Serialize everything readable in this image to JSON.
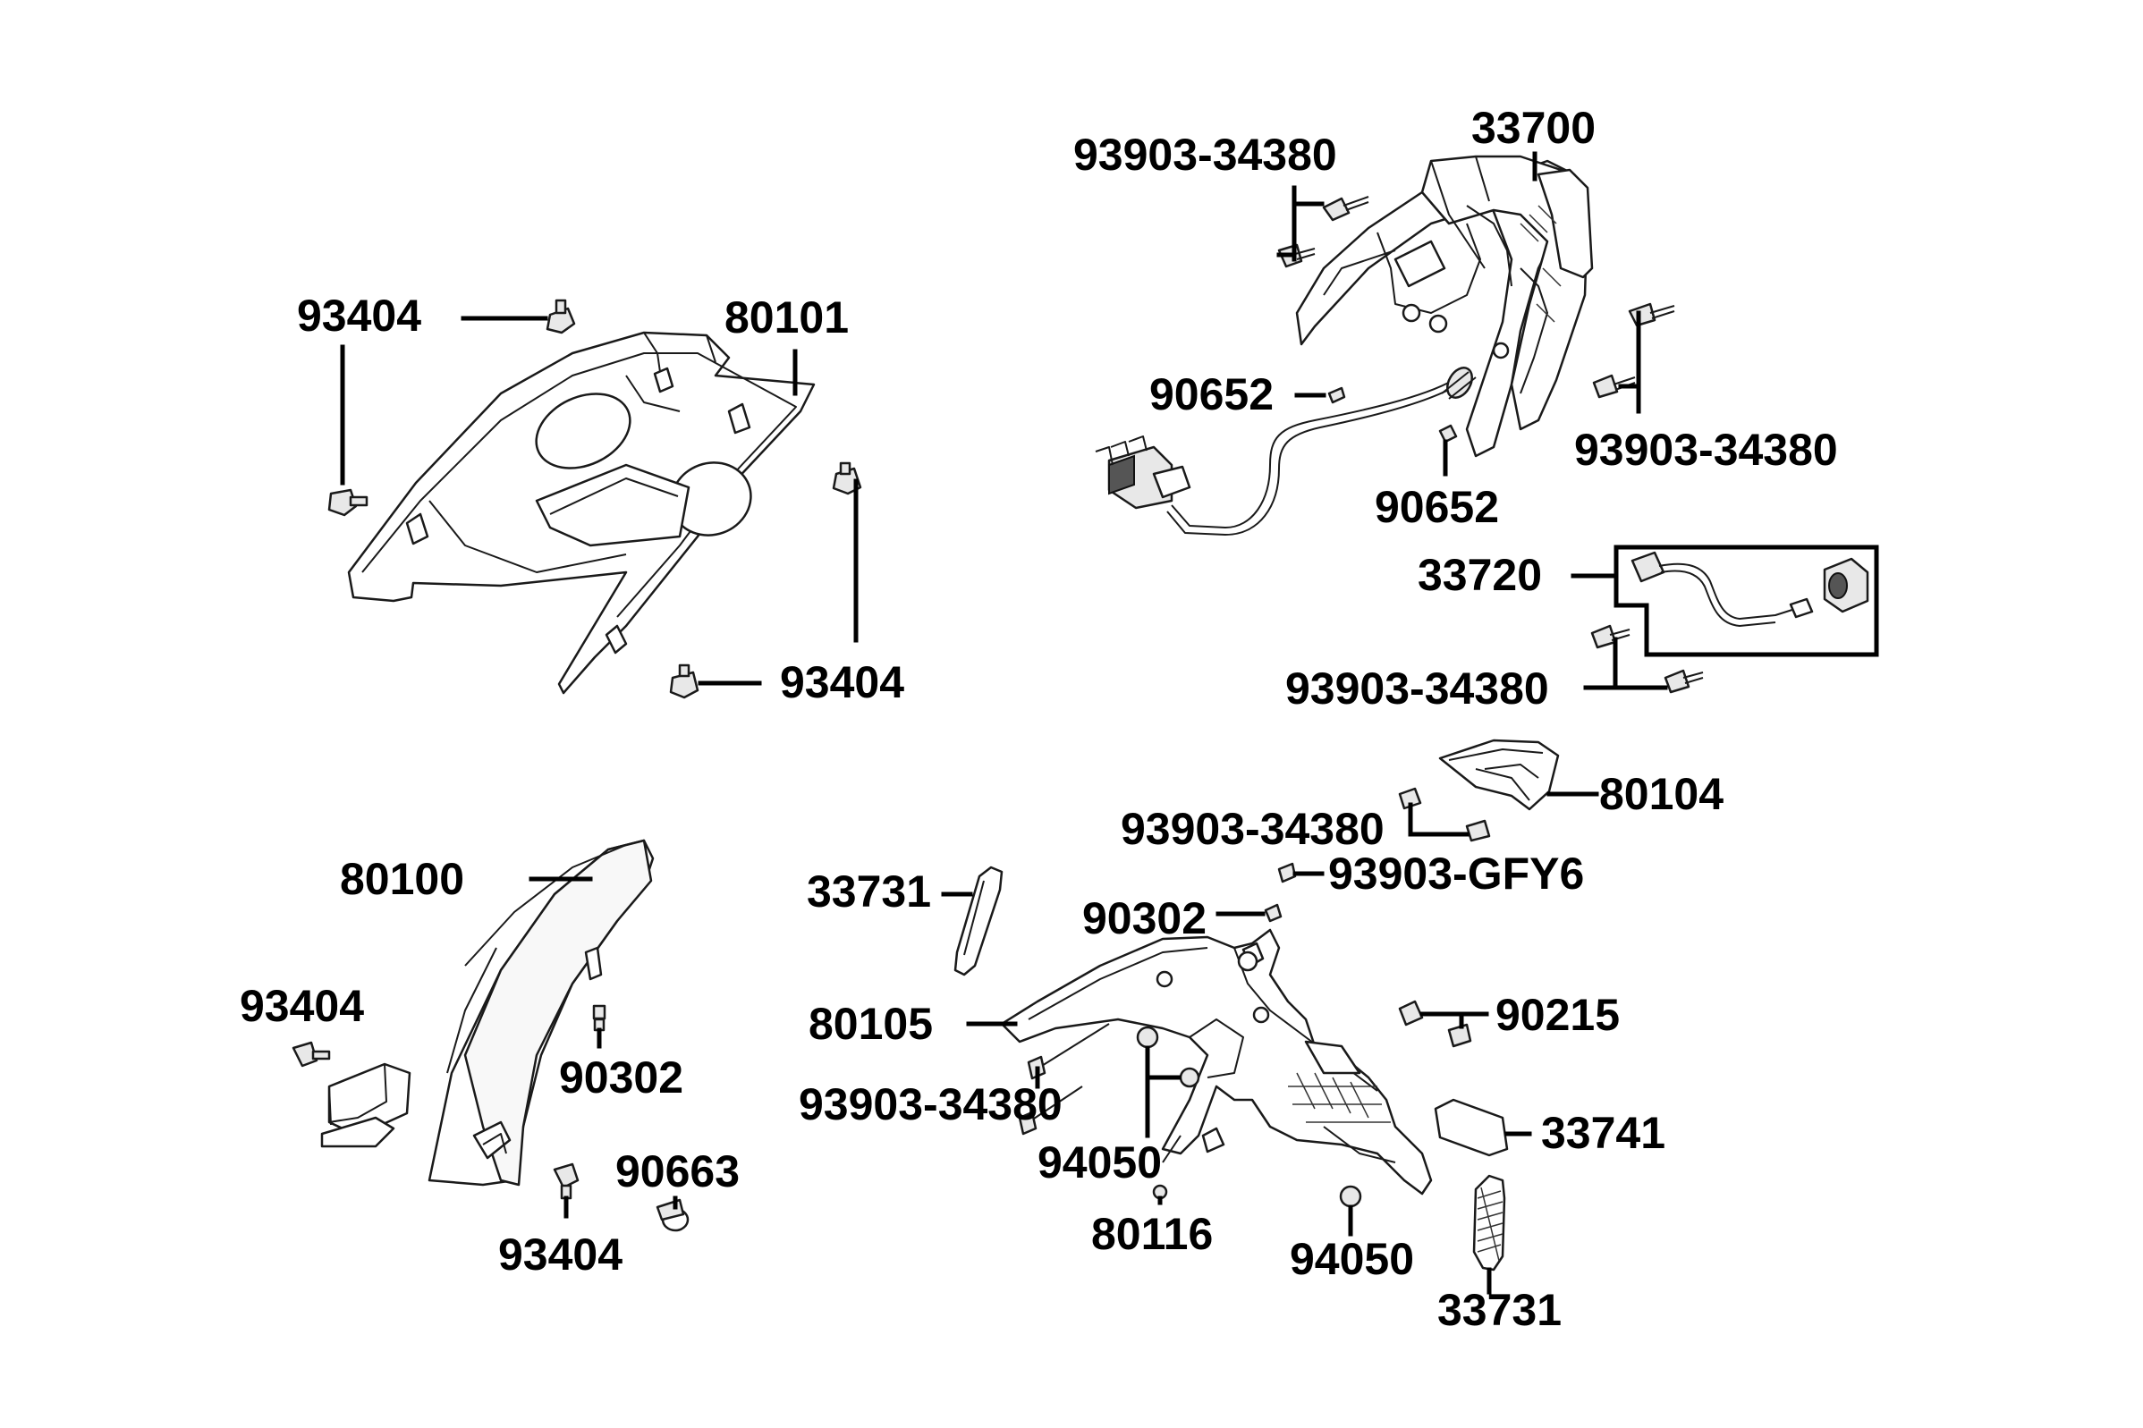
{
  "diagram": {
    "labels": [
      {
        "id": "l-93903-34380-a",
        "text": "93903-34380"
      },
      {
        "id": "l-33700",
        "text": "33700"
      },
      {
        "id": "l-93404-a",
        "text": "93404"
      },
      {
        "id": "l-80101",
        "text": "80101"
      },
      {
        "id": "l-90652-a",
        "text": "90652"
      },
      {
        "id": "l-93903-34380-b",
        "text": "93903-34380"
      },
      {
        "id": "l-90652-b",
        "text": "90652"
      },
      {
        "id": "l-33720",
        "text": "33720"
      },
      {
        "id": "l-93404-b",
        "text": "93404"
      },
      {
        "id": "l-93903-34380-c",
        "text": "93903-34380"
      },
      {
        "id": "l-80104",
        "text": "80104"
      },
      {
        "id": "l-93903-34380-d",
        "text": "93903-34380"
      },
      {
        "id": "l-80100",
        "text": "80100"
      },
      {
        "id": "l-33731-a",
        "text": "33731"
      },
      {
        "id": "l-93903-GFY6",
        "text": "93903-GFY6"
      },
      {
        "id": "l-90302-a",
        "text": "90302"
      },
      {
        "id": "l-93404-c",
        "text": "93404"
      },
      {
        "id": "l-80105",
        "text": "80105"
      },
      {
        "id": "l-90215",
        "text": "90215"
      },
      {
        "id": "l-90302-b",
        "text": "90302"
      },
      {
        "id": "l-93903-34380-e",
        "text": "93903-34380"
      },
      {
        "id": "l-33741",
        "text": "33741"
      },
      {
        "id": "l-90663",
        "text": "90663"
      },
      {
        "id": "l-94050-a",
        "text": "94050"
      },
      {
        "id": "l-80116",
        "text": "80116"
      },
      {
        "id": "l-93404-d",
        "text": "93404"
      },
      {
        "id": "l-94050-b",
        "text": "94050"
      },
      {
        "id": "l-33731-b",
        "text": "33731"
      }
    ]
  }
}
